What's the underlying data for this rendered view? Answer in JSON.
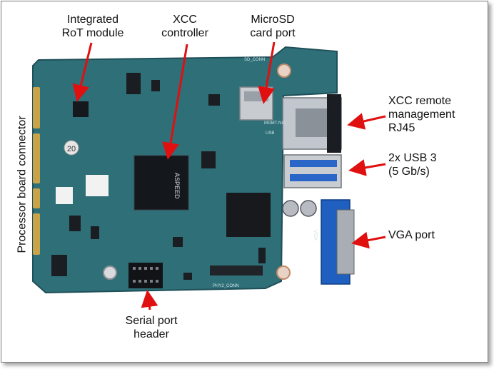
{
  "labels": {
    "rot_module": [
      "Integrated",
      "RoT module"
    ],
    "xcc_controller": [
      "XCC",
      "controller"
    ],
    "microsd_port": [
      "MicroSD",
      "card port"
    ],
    "rj45": [
      "XCC remote",
      "management",
      "RJ45"
    ],
    "usb": [
      "2x USB 3",
      "(5 Gb/s)"
    ],
    "vga": [
      "VGA port"
    ],
    "serial": [
      "Serial port",
      "header"
    ],
    "processor_connector": "Processor board connector"
  },
  "board_markings": {
    "chip_brand": "ASPEED",
    "phy_conn": "PHY2_CONN",
    "mgmt_nic": "MGMT-NIC",
    "usb_mark": "USB",
    "vga_mark": "VGA",
    "sd_mark": "SD_CONN",
    "rev_mark": "20"
  },
  "colors": {
    "pcb": "#2f6f78",
    "pcb_dark": "#1f4f58",
    "arrow": "#e01010",
    "chip": "#1a1d22",
    "metal": "#b9bfc6"
  }
}
